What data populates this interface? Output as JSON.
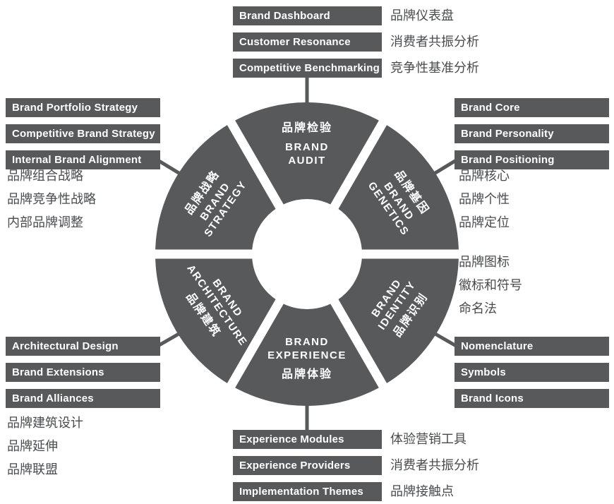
{
  "colors": {
    "primary": "#58595b",
    "label_text": "#4a4b4d",
    "background": "#ffffff"
  },
  "wheel": {
    "audit": {
      "zh": "品牌检验",
      "en_line1": "BRAND",
      "en_line2": "AUDIT"
    },
    "genetics": {
      "zh": "品牌基因",
      "en_line1": "BRAND",
      "en_line2": "GENETICS"
    },
    "identity": {
      "zh": "品牌识别",
      "en_line1": "BRAND",
      "en_line2": "IDENTITY"
    },
    "experience": {
      "zh": "品牌体验",
      "en_line1": "BRAND",
      "en_line2": "EXPERIENCE"
    },
    "architecture": {
      "zh": "品牌建筑",
      "en_line1": "BRAND",
      "en_line2": "ARCHITECTURE"
    },
    "strategy": {
      "zh": "品牌战略",
      "en_line1": "BRAND",
      "en_line2": "STRATEGY"
    }
  },
  "groups": {
    "audit": {
      "boxes": [
        "Brand Dashboard",
        "Customer Resonance",
        "Competitive Benchmarking"
      ],
      "zh": [
        "品牌仪表盘",
        "消费者共振分析",
        "竞争性基准分析"
      ]
    },
    "strategy": {
      "boxes": [
        "Brand Portfolio Strategy",
        "Competitive Brand Strategy",
        "Internal Brand Alignment"
      ],
      "zh": [
        "品牌组合战略",
        "品牌竞争性战略",
        "内部品牌调整"
      ]
    },
    "genetics": {
      "boxes": [
        "Brand Core",
        "Brand Personality",
        "Brand Positioning"
      ],
      "zh": [
        "品牌核心",
        "品牌个性",
        "品牌定位"
      ]
    },
    "identity": {
      "zh": [
        "品牌图标",
        "徽标和符号",
        "命名法"
      ],
      "boxes": [
        "Nomenclature",
        "Symbols",
        "Brand Icons"
      ]
    },
    "architecture": {
      "boxes": [
        "Architectural Design",
        "Brand Extensions",
        "Brand Alliances"
      ],
      "zh": [
        "品牌建筑设计",
        "品牌延伸",
        "品牌联盟"
      ]
    },
    "experience": {
      "boxes": [
        "Experience Modules",
        "Experience Providers",
        "Implementation Themes"
      ],
      "zh": [
        "体验营销工具",
        "消费者共振分析",
        "品牌接触点"
      ]
    }
  }
}
